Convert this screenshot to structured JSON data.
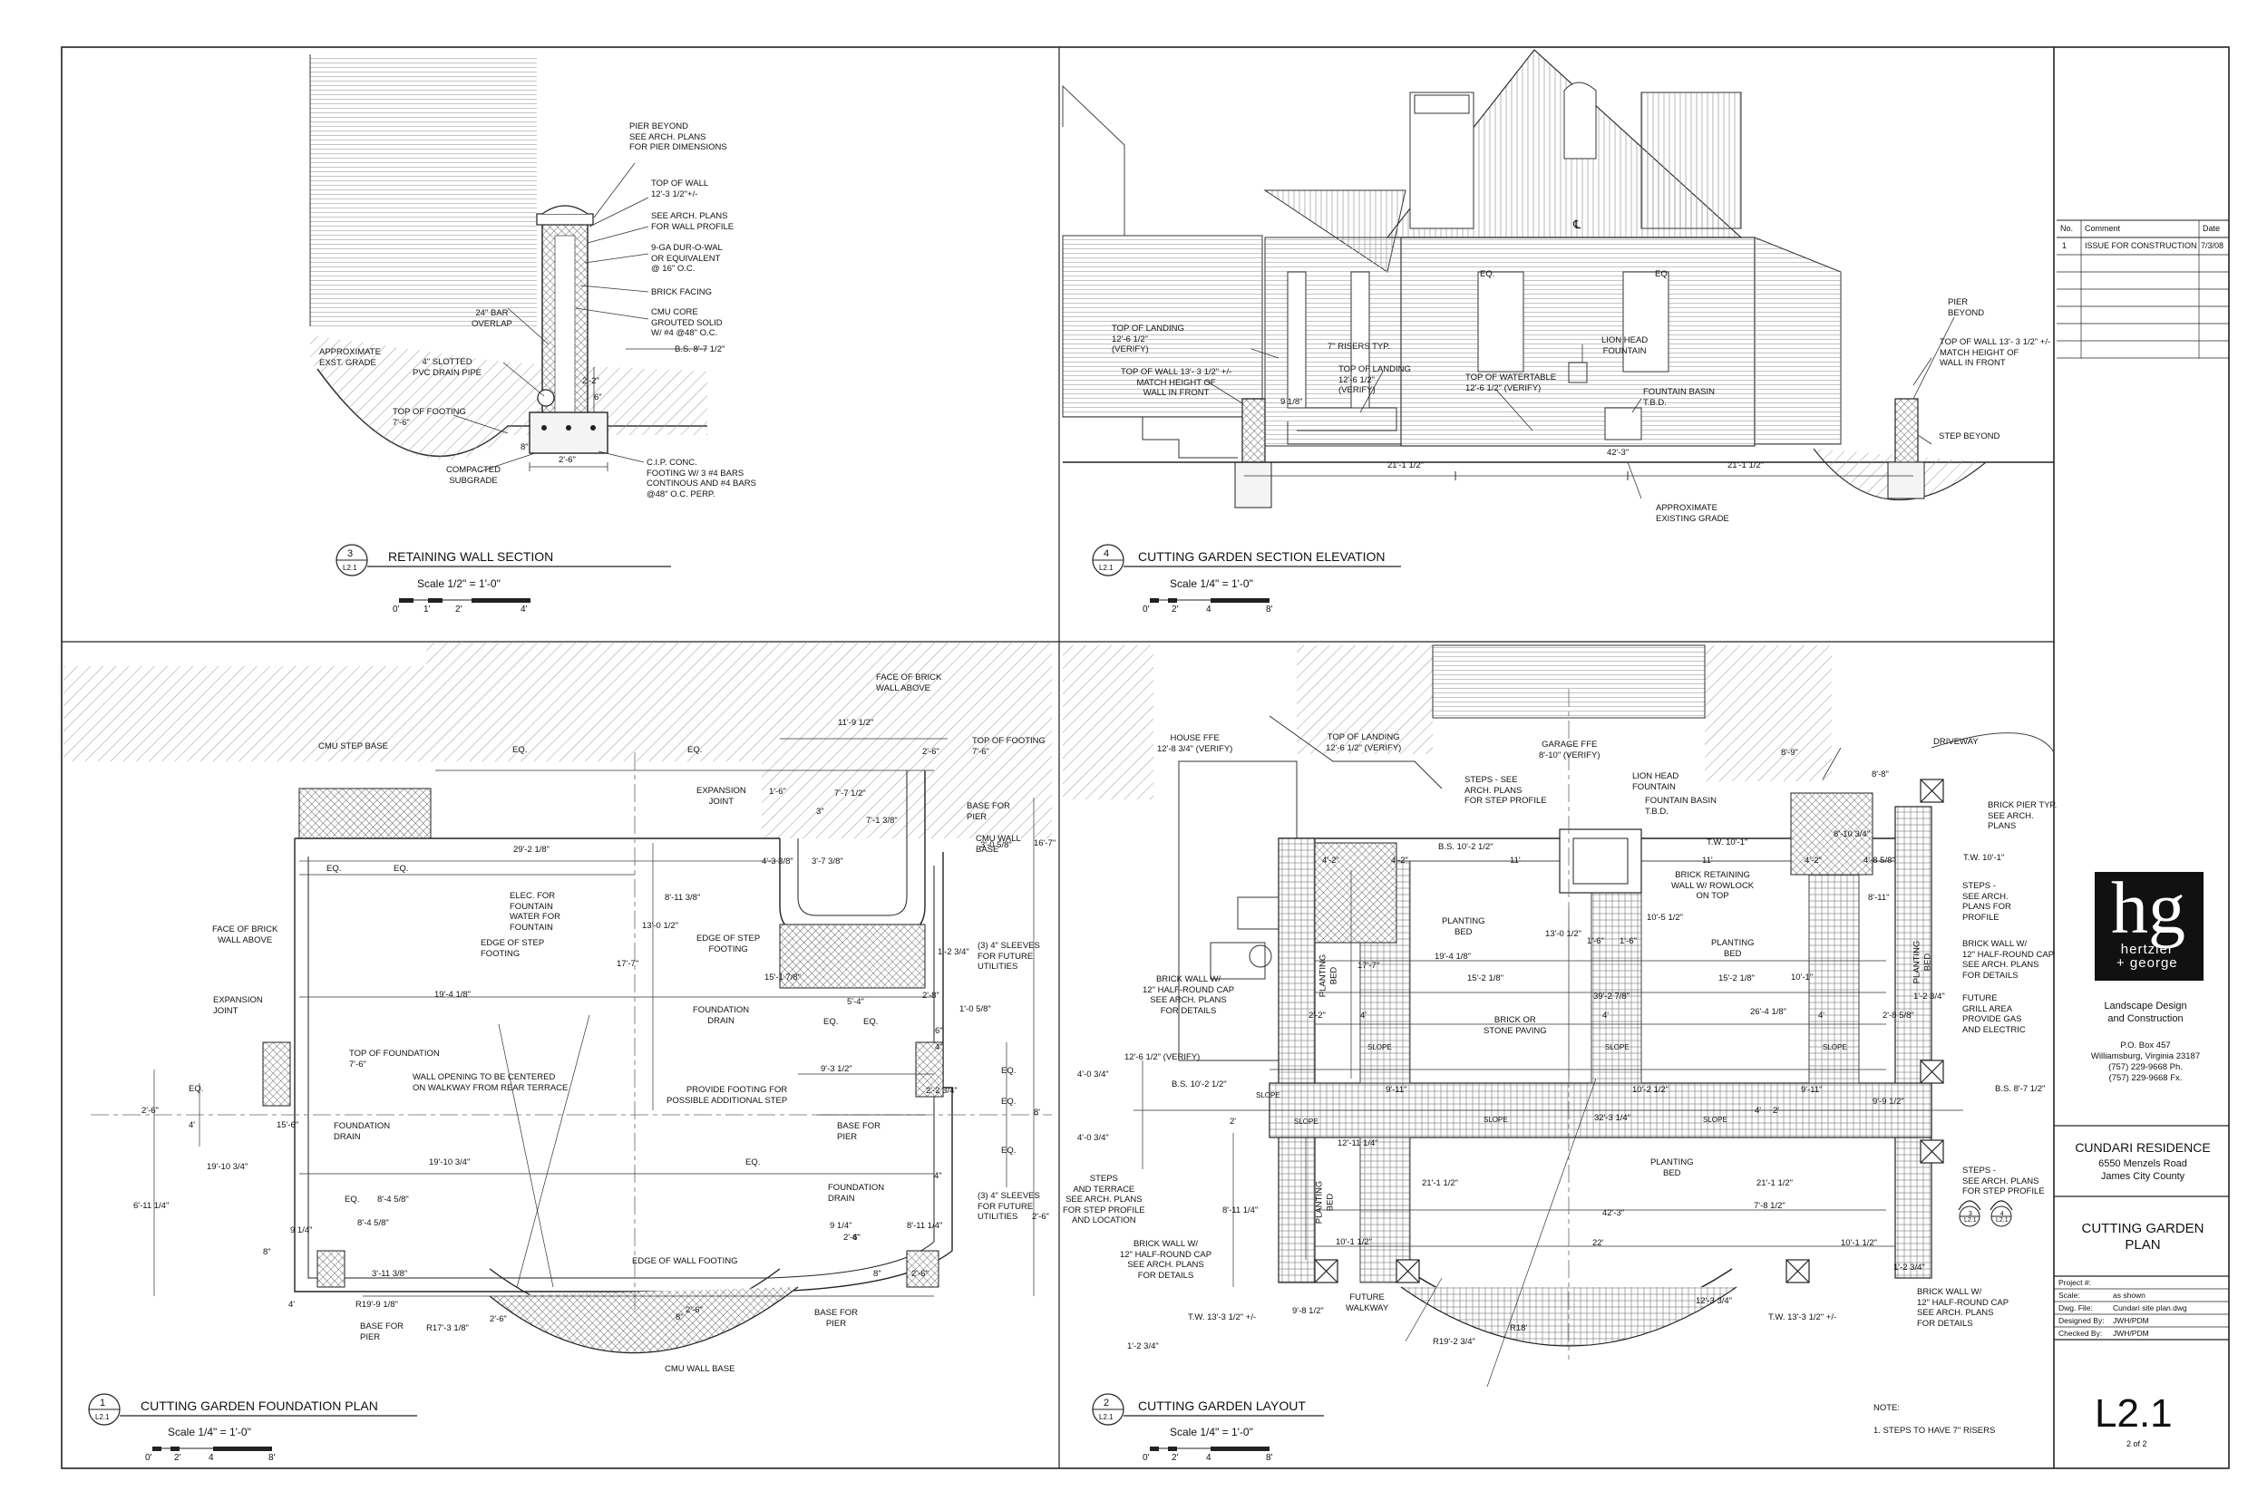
{
  "views": {
    "retaining": {
      "number": "3",
      "sheet": "L2.1",
      "title": "RETAINING WALL SECTION",
      "scale": "Scale 1/2\" = 1'-0\"",
      "ticks": [
        "0'",
        "1'",
        "2'",
        "4'"
      ]
    },
    "section": {
      "number": "4",
      "sheet": "L2.1",
      "title": "CUTTING GARDEN SECTION ELEVATION",
      "scale": "Scale 1/4\" = 1'-0\"",
      "ticks": [
        "0'",
        "2'",
        "4",
        "8'"
      ]
    },
    "foundation": {
      "number": "1",
      "sheet": "L2.1",
      "title": "CUTTING GARDEN FOUNDATION PLAN",
      "scale": "Scale 1/4\" = 1'-0\"",
      "ticks": [
        "0'",
        "2'",
        "4",
        "8'"
      ]
    },
    "layout": {
      "number": "2",
      "sheet": "L2.1",
      "title": "CUTTING GARDEN LAYOUT",
      "scale": "Scale 1/4\" = 1'-0\"",
      "ticks": [
        "0'",
        "2'",
        "4",
        "8'"
      ]
    }
  },
  "retaining_notes": {
    "pier": "PIER BEYOND\nSEE ARCH. PLANS\nFOR PIER DIMENSIONS",
    "top_wall": "TOP OF WALL\n12'-3 1/2\"+/-",
    "profile": "SEE ARCH. PLANS\nFOR WALL PROFILE",
    "durowal": "9-GA DUR-O-WAL\nOR EQUIVALENT\n@ 16\" O.C.",
    "brick": "BRICK FACING",
    "cmu": "CMU CORE\nGROUTED SOLID\nW/ #4 @48\" O.C.",
    "bs": "B.S. 8'-7 1/2\"",
    "overlap": "24\" BAR\nOVERLAP",
    "grade": "APPROXIMATE\nEXST. GRADE",
    "drain": "4\" SLOTTED\nPVC DRAIN PIPE",
    "footing": "TOP OF FOOTING\n7'-6\"",
    "subgrade": "COMPACTED\nSUBGRADE",
    "cip": "C.I.P. CONC.\nFOOTING W/ 3 #4 BARS\nCONTINOUS AND #4 BARS\n@48\" O.C. PERP.",
    "d1": "2'-2\"",
    "d2": "6\"",
    "d3": "2'-6\"",
    "d4": "8\""
  },
  "section_notes": {
    "landing1": "TOP OF LANDING\n12'-6 1/2\"\n(VERIFY)",
    "wall1": "TOP OF WALL 13'- 3 1/2\" +/-\nMATCH HEIGHT OF\nWALL IN FRONT",
    "risers": "7\" RISERS TYP.",
    "landing2": "TOP OF LANDING\n12'-6 1/2\"\n(VERIFY)",
    "watertable": "TOP OF WATERTABLE\n12'-6 1/2\" (VERIFY)",
    "lion": "LION HEAD\nFOUNTAIN",
    "basin": "FOUNTAIN BASIN\nT.B.D.",
    "pier": "PIER\nBEYOND",
    "wall2": "TOP OF WALL 13'- 3 1/2\" +/-\nMATCH HEIGHT OF\nWALL IN FRONT",
    "step": "STEP BEYOND",
    "grade": "APPROXIMATE\nEXISTING GRADE",
    "eq": "EQ.",
    "cl": "℄",
    "d1": "21'-1 1/2\"",
    "d2": "42'-3\"",
    "d3": "21'-1 1/2\"",
    "d4": "9 1/8\""
  },
  "foundation_notes": {
    "cmu_step": "CMU STEP BASE",
    "face_brick_top": "FACE OF BRICK\nWALL ABOVE",
    "top_footing": "TOP OF FOOTING\n7'-6\"",
    "expansion1": "EXPANSION\nJOINT",
    "base_pier1": "BASE FOR\nPIER",
    "cmu_wall": "CMU WALL\nBASE",
    "elec": "ELEC. FOR\nFOUNTAIN\nWATER FOR\nFOUNTAIN",
    "edge_step1": "EDGE OF STEP\nFOOTING",
    "edge_step2": "EDGE OF STEP\nFOOTING",
    "sleeves1": "(3) 4\" SLEEVES\nFOR FUTURE\nUTILITIES",
    "face_brick_left": "FACE OF BRICK\nWALL ABOVE",
    "expansion2": "EXPANSION\nJOINT",
    "found_drain1": "FOUNDATION\nDRAIN",
    "top_foundation": "TOP OF FOUNDATION\n7'-6\"",
    "wall_opening": "WALL OPENING TO BE CENTERED\nON WALKWAY FROM REAR TERRACE",
    "provide": "PROVIDE FOOTING FOR\nPOSSIBLE ADDITIONAL STEP",
    "found_drain2": "FOUNDATION\nDRAIN",
    "base_pier2": "BASE FOR\nPIER",
    "found_drain3": "FOUNDATION\nDRAIN",
    "sleeves2": "(3) 4\" SLEEVES\nFOR FUTURE\nUTILITIES",
    "edge_wall": "EDGE OF WALL FOOTING",
    "base_pier3": "BASE FOR\nPIER",
    "base_pier4": "BASE FOR\nPIER",
    "cmu_base": "CMU WALL BASE",
    "dims": [
      "EQ.",
      "EQ.",
      "11'-9 1/2\"",
      "2'-6\"",
      "29'-2 1/8\"",
      "EQ.",
      "EQ.",
      "1'-6\"",
      "7'-7 1/2\"",
      "3\"",
      "7'-1 3/8\"",
      "4'-3 3/8\"",
      "3'-7 3/8\"",
      "3'-0 5/8\"",
      "16'-7\"",
      "8'-11 3/8\"",
      "13'-0 1/2\"",
      "17'-7\"",
      "19'-4 1/8\"",
      "15'-1 7/8\"",
      "1'-2 3/4\"",
      "2'-8\"",
      "1'-0 5/8\"",
      "5'-4\"",
      "EQ.",
      "EQ.",
      "9'-3 1/2\"",
      "2'-2 3/4\"",
      "EQ.",
      "8'",
      "EQ.",
      "EQ.",
      "4'",
      "2'-6\"",
      "15'-6\"",
      "19'-10 3/4\"",
      "19'-10 3/4\"",
      "EQ.",
      "EQ.",
      "8'-4 5/8\"",
      "8'-4 5/8\"",
      "9 1/4\"",
      "9 1/4\"",
      "8'-11 1/4\"",
      "6'-11 1/4\"",
      "2'-6\"",
      "3'-11 3/8\"",
      "4'",
      "R19'-9 1/8\"",
      "R17'-3 1/8\"",
      "2'-6\"",
      "2'-6\"",
      "8\"",
      "8\"",
      "4\"",
      "8\"",
      "4\"",
      "6\"",
      "2'-6\"",
      "2'-6\"",
      "4'",
      "EQ."
    ]
  },
  "layout_notes": {
    "house_ffe": "HOUSE FFE\n12'-8 3/4\" (VERIFY)",
    "top_landing": "TOP OF LANDING\n12'-6 1/2\" (VERIFY)",
    "garage_ffe": "GARAGE FFE\n8'-10\" (VERIFY)",
    "driveway": "DRIVEWAY",
    "steps_arch": "STEPS - SEE\nARCH. PLANS\nFOR STEP PROFILE",
    "lion": "LION HEAD\nFOUNTAIN",
    "basin": "FOUNTAIN BASIN\nT.B.D.",
    "bs1": "B.S. 10'-2 1/2\"",
    "tw1": "T.W. 10'-1\"",
    "brick_pier": "BRICK PIER TYP.\nSEE ARCH.\nPLANS",
    "tw2": "T.W. 10'-1\"",
    "retaining": "BRICK RETAINING\nWALL W/ ROWLOCK\nON TOP",
    "steps_right": "STEPS -\nSEE ARCH.\nPLANS FOR\nPROFILE",
    "bed1": "PLANTING\nBED",
    "bed2": "PLANTING\nBED",
    "bed3": "PLANTING\nBED",
    "bed_v1": "PLANTING\nBED",
    "bed_v2": "PLANTING\nBED",
    "bed_v3": "PLANTING\nBED",
    "cap1": "BRICK WALL W/\n12\" HALF-ROUND CAP\nSEE ARCH. PLANS\nFOR DETAILS",
    "cap_right": "BRICK WALL W/\n12\" HALF-ROUND CAP\nSEE ARCH. PLANS\nFOR DETAILS",
    "future_grill": "FUTURE\nGRILL AREA\nPROVIDE GAS\nAND ELECTRIC",
    "paving": "BRICK OR\nSTONE PAVING",
    "landing": "12'-6 1/2\" (VERIFY)",
    "bs2": "B.S. 10'-2 1/2\"",
    "bs3": "B.S. 8'-7 1/2\"",
    "steps_terrace": "STEPS\nAND TERRACE\nSEE ARCH. PLANS\nFOR STEP PROFILE\nAND LOCATION",
    "steps_right2": "STEPS -\nSEE ARCH. PLANS\nFOR STEP PROFILE",
    "cap2": "BRICK WALL W/\n12\" HALF-ROUND CAP\nSEE ARCH. PLANS\nFOR DETAILS",
    "cap3": "BRICK WALL W/\n12\" HALF-ROUND CAP\nSEE ARCH. PLANS\nFOR DETAILS",
    "tw3": "T.W. 13'-3 1/2\" +/-",
    "tw4": "T.W. 13'-3 1/2\" +/-",
    "future_walk": "FUTURE\nWALKWAY",
    "note_title": "NOTE:",
    "note_1": "1. STEPS TO HAVE 7\" RISERS",
    "slope": "SLOPE",
    "dims": [
      "8'-9\"",
      "8'-8\"",
      "8'-10 3/4\"",
      "4'-2\"",
      "4'-2\"",
      "11'",
      "11'",
      "4'-2\"",
      "4'-8 5/8\"",
      "8'-11\"",
      "10'-5 1/2\"",
      "1'-6\"",
      "1'-6\"",
      "13'-0 1/2\"",
      "17'-7\"",
      "19'-4 1/8\"",
      "15'-2 1/8\"",
      "15'-2 1/8\"",
      "39'-2 7/8\"",
      "26'-4 1/8\"",
      "2'-2\"",
      "4'",
      "4'",
      "4'",
      "2'-8 5/8\"",
      "1'-2 3/4\"",
      "10'-1\"",
      "4'-0 3/4\"",
      "9'-11\"",
      "10'-2 1/2\"",
      "9'-11\"",
      "9'-9 1/2\"",
      "32'-3 1/4\"",
      "12'-11 1/4\"",
      "2'",
      "4'",
      "2'",
      "4'-0 3/4\"",
      "21'-1 1/2\"",
      "21'-1 1/2\"",
      "42'-3\"",
      "7'-8 1/2\"",
      "8'-11 1/4\"",
      "10'-1 1/2\"",
      "22'",
      "10'-1 1/2\"",
      "1'-2 3/4\"",
      "9'-8 1/2\"",
      "R19'-2 3/4\"",
      "R18'",
      "12'-3 3/4\"",
      "1'-2 3/4\""
    ]
  },
  "titleblock": {
    "rev_headers": [
      "No.",
      "Comment",
      "Date"
    ],
    "rev_rows": [
      [
        "1",
        "ISSUE FOR CONSTRUCTION",
        "7/3/08"
      ]
    ],
    "logo_mark": "hg",
    "logo_name": "hertzler\n+ george",
    "company": "Landscape Design\nand Construction",
    "address": "P.O. Box 457\nWilliamsburg, Virginia 23187\n(757) 229-9668 Ph.\n(757) 229-9668 Fx.",
    "project": "CUNDARI RESIDENCE",
    "project_addr": "6550 Menzels Road\nJames City County",
    "sheet_title": "CUTTING GARDEN\nPLAN",
    "info": [
      [
        "Project #:",
        ""
      ],
      [
        "Scale:",
        "as shown"
      ],
      [
        "Dwg. File:",
        "Cundari site plan.dwg"
      ],
      [
        "Designed By:",
        "JWH/PDM"
      ],
      [
        "Checked By:",
        "JWH/PDM"
      ]
    ],
    "sheet_no": "L2.1",
    "sheet_of": "2 of 2",
    "refs": [
      "3\nL2.1",
      "4\nL2.1"
    ]
  }
}
